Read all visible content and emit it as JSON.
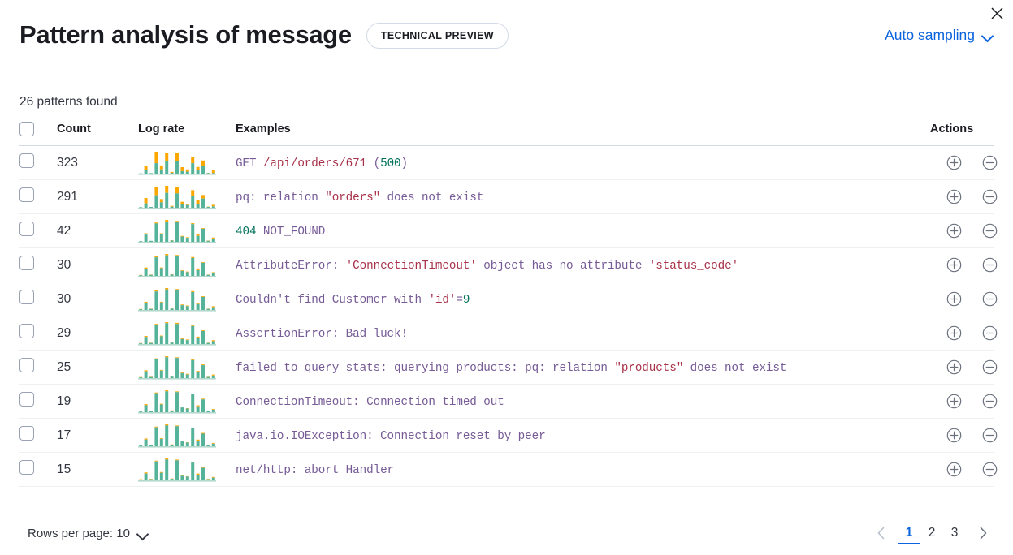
{
  "header": {
    "title": "Pattern analysis of message",
    "badge": "TECHNICAL PREVIEW",
    "sampling_label": "Auto sampling",
    "close_icon": "close-icon",
    "chevron_icon": "chevron-down-icon",
    "link_color": "#0b64dd"
  },
  "summary": {
    "patterns_found": "26 patterns found"
  },
  "table": {
    "columns": {
      "select": "",
      "count": "Count",
      "log_rate": "Log rate",
      "examples": "Examples",
      "actions": "Actions"
    },
    "row_actions": {
      "filter_in": "filter-in",
      "filter_out": "filter-out"
    },
    "rows": [
      {
        "count": "323",
        "example_plain": "GET /api/orders/671 (500)",
        "tokens": [
          {
            "t": "GET ",
            "k": "t"
          },
          {
            "t": "/api/orders/671",
            "k": "s"
          },
          {
            "t": " (",
            "k": "t"
          },
          {
            "t": "500",
            "k": "n"
          },
          {
            "t": ")",
            "k": "t"
          }
        ],
        "sparkline": {
          "teal": [
            1,
            14,
            2,
            42,
            17,
            52,
            3,
            50,
            10,
            8,
            42,
            13,
            30,
            2,
            2
          ],
          "orange": [
            0,
            17,
            0,
            46,
            16,
            30,
            4,
            32,
            16,
            9,
            25,
            14,
            23,
            1,
            13
          ]
        }
      },
      {
        "count": "291",
        "example_plain": "pq: relation \"orders\" does not exist",
        "tokens": [
          {
            "t": "pq: relation ",
            "k": "t"
          },
          {
            "t": "\"orders\"",
            "k": "s"
          },
          {
            "t": " does not exist",
            "k": "t"
          }
        ],
        "sparkline": {
          "teal": [
            2,
            16,
            3,
            46,
            20,
            55,
            4,
            53,
            12,
            10,
            45,
            15,
            34,
            3,
            5
          ],
          "orange": [
            0,
            20,
            0,
            30,
            12,
            26,
            3,
            24,
            10,
            5,
            20,
            12,
            13,
            1,
            6
          ]
        }
      },
      {
        "count": "42",
        "example_plain": "404 NOT_FOUND",
        "tokens": [
          {
            "t": "404",
            "k": "n"
          },
          {
            "t": " NOT_FOUND",
            "k": "t"
          }
        ],
        "sparkline": {
          "teal": [
            2,
            22,
            3,
            56,
            24,
            62,
            4,
            60,
            16,
            12,
            54,
            18,
            40,
            3,
            9
          ],
          "orange": [
            0,
            4,
            0,
            3,
            2,
            5,
            1,
            4,
            2,
            2,
            3,
            6,
            2,
            1,
            4
          ]
        }
      },
      {
        "count": "30",
        "example_plain": "AttributeError: 'ConnectionTimeout' object has no attribute 'status_code'",
        "tokens": [
          {
            "t": "AttributeError: ",
            "k": "t"
          },
          {
            "t": "'ConnectionTimeout'",
            "k": "s"
          },
          {
            "t": " object has no attribute ",
            "k": "t"
          },
          {
            "t": "'status_code'",
            "k": "s"
          }
        ],
        "sparkline": {
          "teal": [
            2,
            21,
            3,
            55,
            23,
            61,
            4,
            59,
            15,
            11,
            53,
            17,
            39,
            3,
            8
          ],
          "orange": [
            1,
            4,
            1,
            3,
            2,
            4,
            1,
            3,
            2,
            2,
            3,
            5,
            2,
            1,
            3
          ]
        }
      },
      {
        "count": "30",
        "example_plain": "Couldn't find Customer with 'id'=9",
        "tokens": [
          {
            "t": "Couldn't find Customer with ",
            "k": "t"
          },
          {
            "t": "'id'",
            "k": "s"
          },
          {
            "t": "=",
            "k": "t"
          },
          {
            "t": "9",
            "k": "n"
          }
        ],
        "sparkline": {
          "teal": [
            2,
            20,
            3,
            54,
            22,
            60,
            4,
            58,
            14,
            11,
            52,
            17,
            38,
            3,
            8
          ],
          "orange": [
            1,
            4,
            1,
            3,
            2,
            4,
            1,
            3,
            2,
            2,
            3,
            4,
            2,
            1,
            3
          ]
        }
      },
      {
        "count": "29",
        "example_plain": "AssertionError: Bad luck!",
        "tokens": [
          {
            "t": "AssertionError: Bad luck!",
            "k": "t"
          }
        ],
        "sparkline": {
          "teal": [
            2,
            20,
            3,
            54,
            22,
            59,
            4,
            57,
            14,
            11,
            51,
            17,
            37,
            3,
            8
          ],
          "orange": [
            1,
            3,
            1,
            3,
            2,
            3,
            1,
            3,
            2,
            2,
            3,
            4,
            2,
            1,
            3
          ]
        }
      },
      {
        "count": "25",
        "example_plain": "failed to query stats: querying products: pq: relation \"products\" does not exist",
        "tokens": [
          {
            "t": "failed to query stats: querying products: pq: relation ",
            "k": "t"
          },
          {
            "t": "\"products\"",
            "k": "s"
          },
          {
            "t": " does not exist",
            "k": "t"
          }
        ],
        "sparkline": {
          "teal": [
            2,
            19,
            3,
            53,
            21,
            58,
            4,
            56,
            14,
            10,
            50,
            16,
            36,
            3,
            7
          ],
          "orange": [
            1,
            3,
            1,
            2,
            2,
            3,
            1,
            2,
            2,
            2,
            2,
            4,
            2,
            1,
            3
          ]
        }
      },
      {
        "count": "19",
        "example_plain": "ConnectionTimeout: Connection timed out",
        "tokens": [
          {
            "t": "ConnectionTimeout: Connection timed out",
            "k": "t"
          }
        ],
        "sparkline": {
          "teal": [
            2,
            19,
            3,
            52,
            21,
            57,
            4,
            55,
            13,
            10,
            49,
            16,
            35,
            3,
            7
          ],
          "orange": [
            1,
            3,
            1,
            2,
            2,
            3,
            1,
            2,
            2,
            1,
            2,
            3,
            2,
            1,
            2
          ]
        }
      },
      {
        "count": "17",
        "example_plain": "java.io.IOException: Connection reset by peer",
        "tokens": [
          {
            "t": "java.io.IOException: Connection reset by peer",
            "k": "t"
          }
        ],
        "sparkline": {
          "teal": [
            2,
            18,
            3,
            51,
            20,
            56,
            4,
            54,
            13,
            10,
            48,
            15,
            34,
            3,
            7
          ],
          "orange": [
            1,
            3,
            1,
            2,
            2,
            3,
            1,
            2,
            2,
            1,
            2,
            3,
            2,
            1,
            2
          ]
        }
      },
      {
        "count": "15",
        "example_plain": "net/http: abort Handler",
        "tokens": [
          {
            "t": "net/http: abort Handler",
            "k": "t"
          }
        ],
        "sparkline": {
          "teal": [
            2,
            18,
            3,
            50,
            20,
            55,
            4,
            53,
            12,
            10,
            47,
            15,
            33,
            3,
            7
          ],
          "orange": [
            1,
            3,
            1,
            2,
            2,
            3,
            1,
            2,
            2,
            1,
            2,
            3,
            2,
            1,
            2
          ]
        }
      }
    ]
  },
  "sparkline_colors": {
    "teal": "#54b399",
    "orange": "#fca700",
    "baseline": "#b4d8cc"
  },
  "footer": {
    "rows_per_page": "Rows per page: 10",
    "prev_icon": "chevron-left-icon",
    "next_icon": "chevron-right-icon",
    "pages": [
      "1",
      "2",
      "3"
    ],
    "active_page": "1"
  }
}
